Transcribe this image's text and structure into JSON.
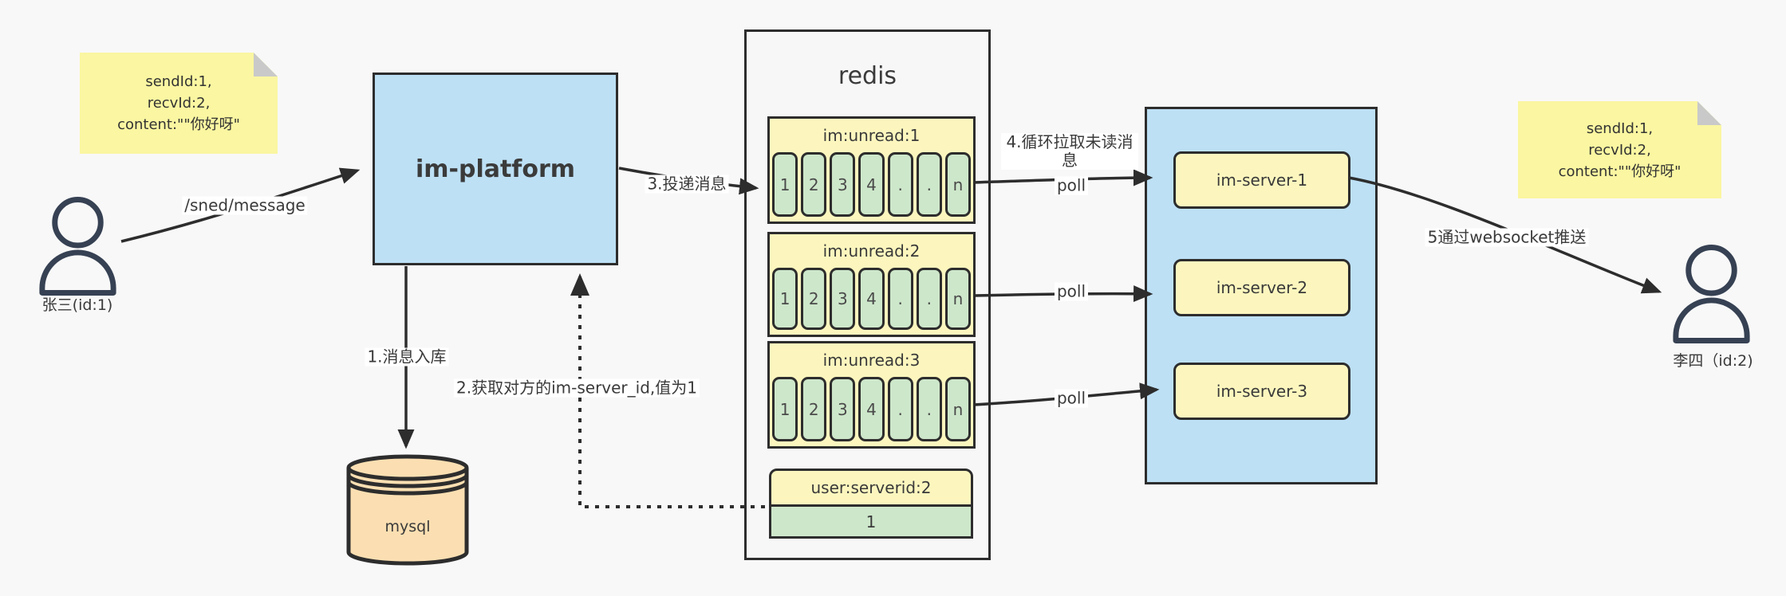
{
  "colors": {
    "bg": "#F8F8F8",
    "panel": "#F7F7F7",
    "note": "#FAF6A1",
    "note_fold": "#C9C9C9",
    "blue": "#BDE0F5",
    "yellow": "#FCF6BE",
    "green": "#CDE7CA",
    "peach": "#FBDFB2",
    "ink": "#2D2D2D",
    "text": "#3C3C3C",
    "person": "#364153"
  },
  "sticky_left": {
    "lines": [
      "sendId:1,",
      "recvId:2,",
      "content:\"\"你好呀\""
    ]
  },
  "sticky_right": {
    "lines": [
      "sendId:1,",
      "recvId:2,",
      "content:\"\"你好呀\""
    ]
  },
  "actors": {
    "sender": {
      "label": "张三(id:1)"
    },
    "receiver": {
      "label": "李四（id:2)"
    }
  },
  "platform": {
    "label": "im-platform"
  },
  "mysql": {
    "label": "mysql"
  },
  "redis": {
    "title": "redis",
    "queues": [
      {
        "label": "im:unread:1",
        "cells": [
          "1",
          "2",
          "3",
          "4",
          ".",
          ".",
          "n"
        ]
      },
      {
        "label": "im:unread:2",
        "cells": [
          "1",
          "2",
          "3",
          "4",
          ".",
          ".",
          "n"
        ]
      },
      {
        "label": "im:unread:3",
        "cells": [
          "1",
          "2",
          "3",
          "4",
          ".",
          ".",
          "n"
        ]
      }
    ],
    "mapping": {
      "label": "user:serverid:2",
      "value": "1"
    }
  },
  "servers": {
    "items": [
      {
        "label": "im-server-1"
      },
      {
        "label": "im-server-2"
      },
      {
        "label": "im-server-3"
      }
    ]
  },
  "edges": {
    "send": "/sned/message",
    "step1": "1.消息入库",
    "step2": "2.获取对方的im-server_id,值为1",
    "step3": "3.投递消息",
    "step4": "4.循环拉取未读消息",
    "poll1": "poll",
    "poll2": "poll",
    "poll3": "poll",
    "step5": "5通过websocket推送"
  }
}
